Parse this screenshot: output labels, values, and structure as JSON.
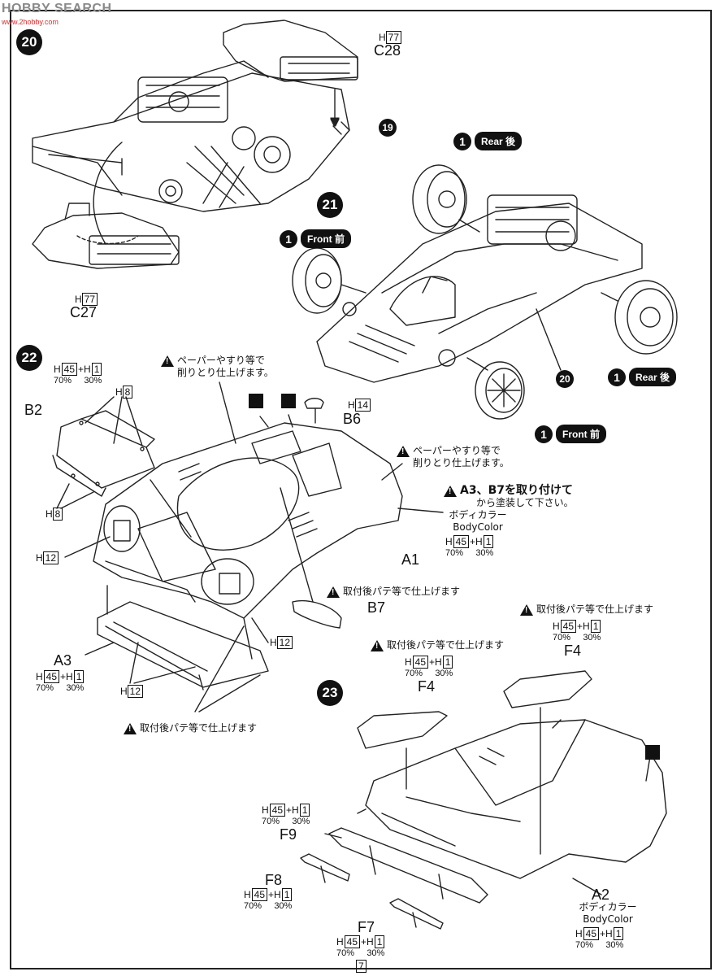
{
  "watermark": {
    "brand": "HOBBY SEARCH",
    "sub": "www.2hobby.com"
  },
  "steps": [
    "20",
    "21",
    "22",
    "23"
  ],
  "ref_19": "19",
  "ref_20": "20",
  "step20": {
    "c28": {
      "label": "C28",
      "paint": "77"
    },
    "c27": {
      "label": "C27",
      "paint": "77"
    }
  },
  "step21": {
    "rear_top": {
      "num": "1",
      "label": "Rear 後"
    },
    "front_left": {
      "num": "1",
      "label": "Front 前"
    },
    "rear_right": {
      "num": "1",
      "label": "Rear 後"
    },
    "front_bottom": {
      "num": "1",
      "label": "Front 前"
    }
  },
  "step22": {
    "b2_paint": {
      "a": "45",
      "b": "1",
      "pa": "70%",
      "pb": "30%"
    },
    "b2": "B2",
    "h8_top": "8",
    "h8_bottom": "8",
    "h12_left": "12",
    "h12_right": "12",
    "h12_bottom": "12",
    "note_top": [
      "ペーパーやすり等で",
      "削りとり仕上げます。"
    ],
    "b6": "B6",
    "h14": "14",
    "note_right": [
      "ペーパーやすり等で",
      "削りとり仕上げます。"
    ],
    "note_a3b7": [
      "A3、B7を取り付けて",
      "から塗装して下さい。"
    ],
    "body_color_jp": "ボディカラー",
    "body_color_en": "BodyColor",
    "a1_paint": {
      "a": "45",
      "b": "1",
      "pa": "70%",
      "pb": "30%"
    },
    "a1": "A1",
    "note_b7": "取付後パテ等で仕上げます",
    "b7": "B7",
    "a3": "A3",
    "a3_paint": {
      "a": "45",
      "b": "1",
      "pa": "70%",
      "pb": "30%"
    },
    "note_bottom": "取付後パテ等で仕上げます"
  },
  "step23": {
    "note_f4_left": "取付後パテ等で仕上げます",
    "f4_left_paint": {
      "a": "45",
      "b": "1",
      "pa": "70%",
      "pb": "30%"
    },
    "f4_left": "F4",
    "note_f4_right": "取付後パテ等で仕上げます",
    "f4_right_paint": {
      "a": "45",
      "b": "1",
      "pa": "70%",
      "pb": "30%"
    },
    "f4_right": "F4",
    "f9_paint": {
      "a": "45",
      "b": "1",
      "pa": "70%",
      "pb": "30%"
    },
    "f9": "F9",
    "f8": "F8",
    "f8_paint": {
      "a": "45",
      "b": "1",
      "pa": "70%",
      "pb": "30%"
    },
    "f7": "F7",
    "f7_paint": {
      "a": "45",
      "b": "1",
      "pa": "70%",
      "pb": "30%"
    },
    "h7": "7",
    "a2": "A2",
    "body_color_jp": "ボディカラー",
    "body_color_en": "BodyColor",
    "a2_paint": {
      "a": "45",
      "b": "1",
      "pa": "70%",
      "pb": "30%"
    }
  }
}
